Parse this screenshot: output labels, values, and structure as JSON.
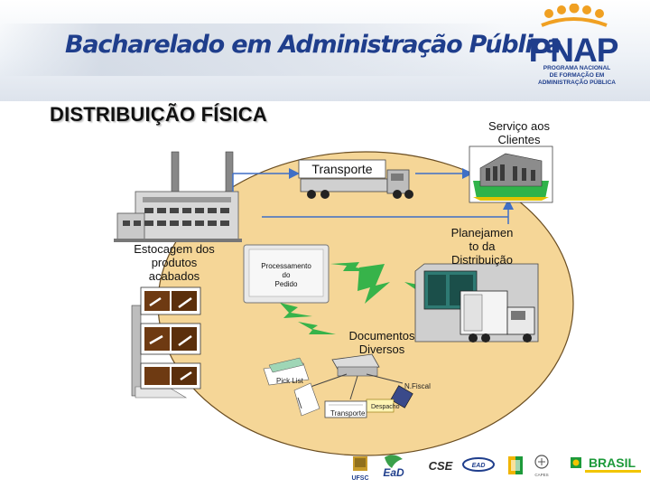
{
  "header": {
    "title": "Bacharelado em Administração Pública",
    "logo": {
      "name": "PNAP",
      "lines": [
        "PROGRAMA NACIONAL",
        "DE FORMAÇÃO EM",
        "ADMINISTRAÇÃO PÚBLICA"
      ]
    }
  },
  "section_title": "DISTRIBUIÇÃO FÍSICA",
  "diagram": {
    "service": [
      "Serviço aos",
      "Clientes"
    ],
    "transport": "Transporte",
    "stock": [
      "Estocagem dos",
      "produtos",
      "acabados"
    ],
    "processing": [
      "Processamento",
      "do",
      "Pedido"
    ],
    "planning": [
      "Planejamen",
      "to da",
      "Distribuição"
    ],
    "documents": [
      "Documentos",
      "Diversos"
    ],
    "pick_list": "Pick List",
    "invoice": "N.Fiscal",
    "dispatch": "Despacho",
    "transport_doc": "Transporte"
  },
  "footer_logos": [
    "UFSC",
    "EaD",
    "CSE",
    "EAD",
    "UAB",
    "CAPES",
    "BRASIL"
  ],
  "colors": {
    "title_blue": "#1f3e8c",
    "oval_fill": "#f5d697",
    "oval_border": "#6b4e22",
    "arrow": "#3f6fc6",
    "lightning": "#37b34a",
    "brasil_green": "#1d9a3a",
    "brasil_yellow": "#f2c500"
  }
}
